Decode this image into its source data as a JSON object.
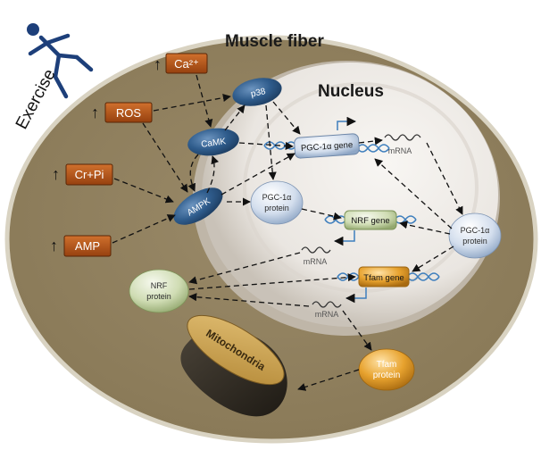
{
  "labels": {
    "exercise": "Exercise",
    "muscle_fiber": "Muscle fiber",
    "nucleus": "Nucleus",
    "mitochondria": "Mitochondria",
    "up_arrow": "↑"
  },
  "stimuli": [
    {
      "id": "ca",
      "label": "Ca²⁺"
    },
    {
      "id": "ros",
      "label": "ROS"
    },
    {
      "id": "crpi",
      "label": "Cr+Pi"
    },
    {
      "id": "amp",
      "label": "AMP"
    }
  ],
  "kinases": {
    "p38": "p38",
    "camk": "CaMK",
    "ampk": "AMPK"
  },
  "proteins": {
    "pgc_nuclear_l1": "PGC-1α",
    "pgc_nuclear_l2": "protein",
    "pgc_cyto_l1": "PGC-1α",
    "pgc_cyto_l2": "protein",
    "nrf_l1": "NRF",
    "nrf_l2": "protein",
    "tfam_l1": "Tfam",
    "tfam_l2": "protein"
  },
  "genes": {
    "pgc": "PGC-1α gene",
    "nrf": "NRF gene",
    "tfam": "Tfam gene"
  },
  "mrna": "mRNA",
  "colors": {
    "cell": "#948463",
    "cell_edge": "#d8d2bf",
    "nucleus": "#ece8e3",
    "box": "#b5541c",
    "kinase": "#2f5c8c",
    "protein_blue": "#cfdbeb",
    "protein_green": "#cad7ae",
    "protein_orange": "#e0a02c",
    "gene_pgc": "#c9d6e8",
    "gene_nrf": "#b3c992",
    "gene_tfam": "#f0a23a",
    "dna": "#3f7fbd"
  }
}
